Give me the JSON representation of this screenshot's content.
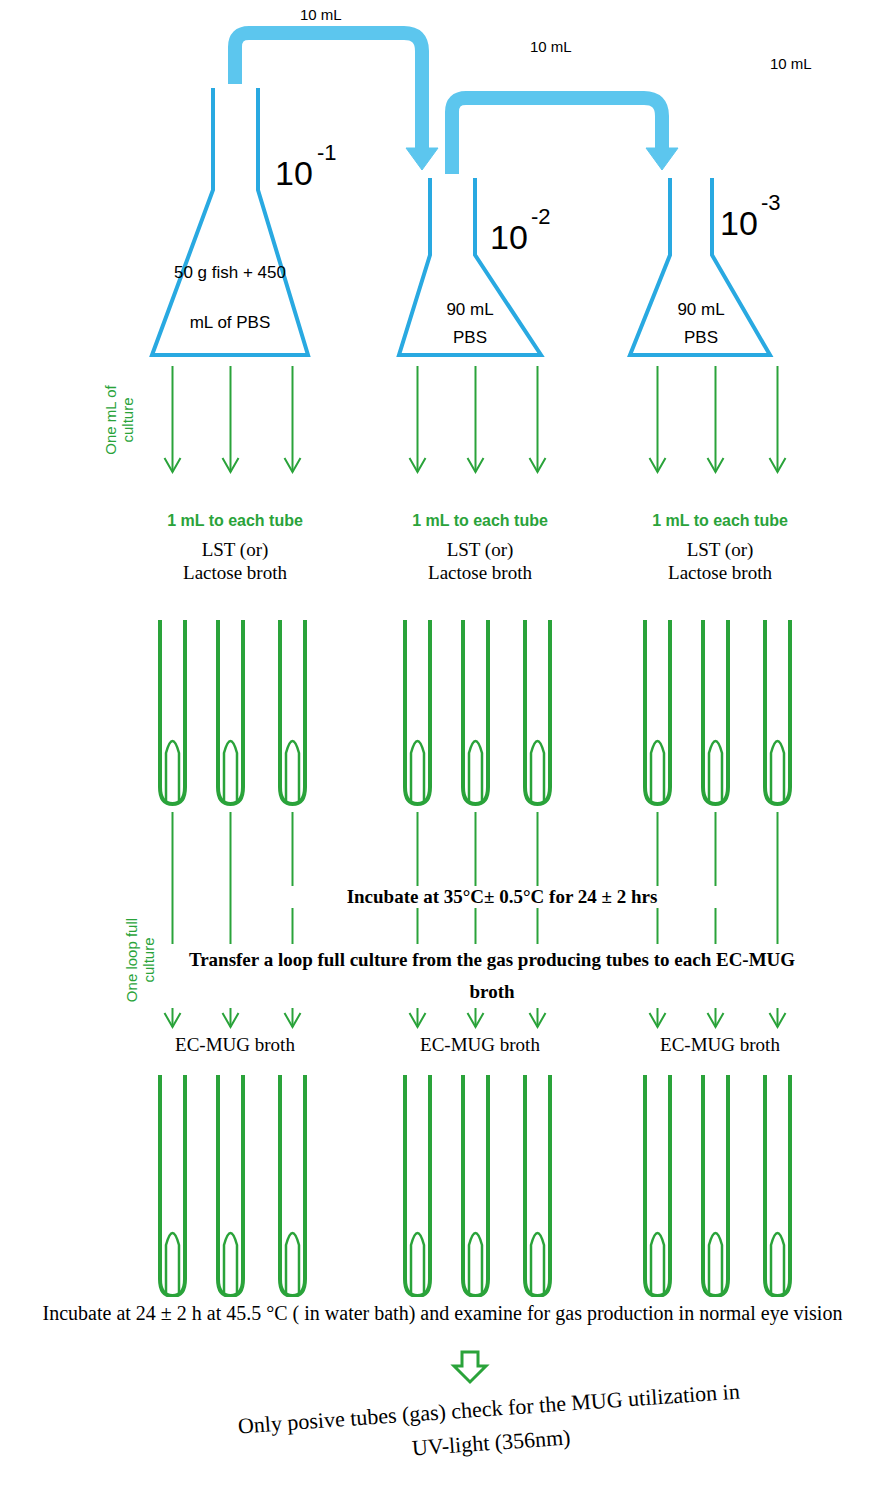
{
  "diagram": {
    "nodes": [
      {
        "text": [
          "10",
          "-1",
          "50 g fish + 450 mL of PBS"
        ]
      },
      {
        "text": [
          "10",
          "-2",
          "90 mL PBS"
        ]
      },
      {
        "text": [
          "10",
          "-3",
          "90 mL PBS"
        ]
      },
      {
        "text": [
          "LST (or) Lactose broth"
        ]
      },
      {
        "text": [
          "LST (or) Lactose broth"
        ]
      },
      {
        "text": [
          "LST (or) Lactose broth"
        ]
      },
      {
        "text": [
          "EC-MUG broth"
        ]
      },
      {
        "text": [
          "EC-MUG  broth"
        ]
      },
      {
        "text": [
          "EC-MUG  broth"
        ]
      }
    ],
    "edges": [
      {
        "from": 0,
        "to": 1,
        "arrow": "to",
        "label": "10 mL"
      },
      {
        "from": 1,
        "to": 2,
        "arrow": "to",
        "label": "10 mL"
      },
      {
        "from": 0,
        "to": 3,
        "arrow": "to",
        "label": "1 mL to each tube"
      },
      {
        "from": 1,
        "to": 4,
        "arrow": "to",
        "label": "1 mL to each tube"
      },
      {
        "from": 2,
        "to": 5,
        "arrow": "to",
        "label": "1 mL to each tube"
      },
      {
        "from": 3,
        "to": 6,
        "arrow": "to"
      },
      {
        "from": 4,
        "to": 7,
        "arrow": "to"
      },
      {
        "from": 5,
        "to": 8,
        "arrow": "to"
      }
    ],
    "labels": [
      "10 mL",
      "One mL of culture",
      "Incubate at 35°C± 0.5°C for 24 ± 2 hrs",
      "Transfer a loop full culture from the gas producing tubes  to each EC-MUG broth",
      "One loop full culture",
      "Incubate  at 24 ± 2 h at 45.5 °C ( in water bath) and examine for gas production in normal eye vision",
      "Only posive tubes (gas) check for the MUG utilization in UV-light (356nm)"
    ]
  }
}
